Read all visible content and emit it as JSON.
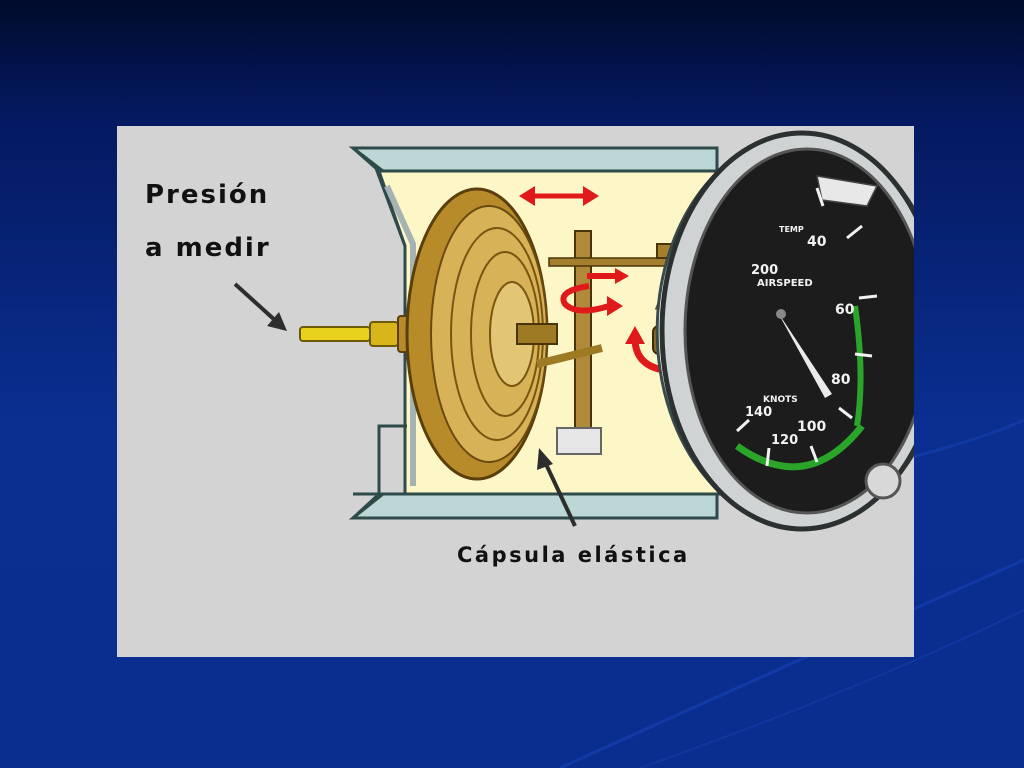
{
  "labels": {
    "pressure_line1": "Presión",
    "pressure_line2": "a medir",
    "capsule": "Cápsula elástica"
  },
  "gauge": {
    "dial_text": [
      "AIRSPEED",
      "KNOTS",
      "TEMP"
    ],
    "scale_numbers": [
      "40",
      "60",
      "80",
      "100",
      "120",
      "140",
      "200"
    ]
  },
  "colors": {
    "slide_bg": "#0a2f91",
    "figure_bg": "#d3d3d3",
    "housing_interior": "#fdf7c8",
    "capsule_gold": "#c9a23b",
    "arrow_red": "#e01a1a",
    "dial_black": "#1c1c1c",
    "green_arc": "#2aa52a"
  },
  "icons": [
    "double-arrow-icon",
    "rotation-arrow-icon",
    "pointer-arrow-icon"
  ]
}
